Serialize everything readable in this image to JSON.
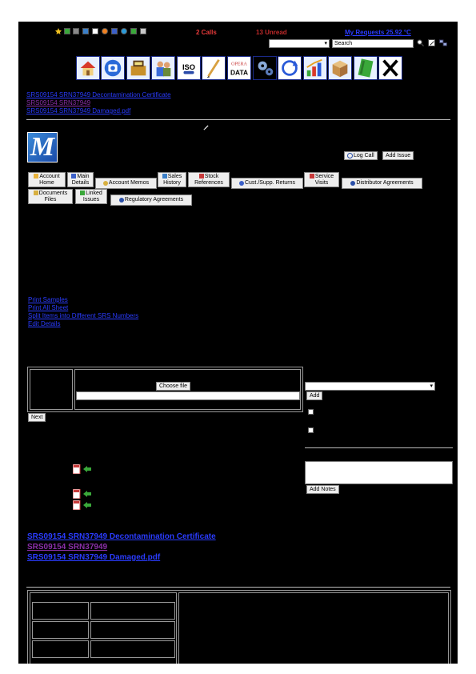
{
  "header": {
    "calls": "2 Calls",
    "unread": "13 Unread",
    "requests": "My Requests 25.92 °C",
    "search_value": "Search",
    "top_icons": [
      "star-icon",
      "gear-icon",
      "settings-icon",
      "document-icon",
      "copy-icon",
      "clock-icon",
      "chart-icon",
      "globe-icon",
      "calendar-icon",
      "image-icon"
    ],
    "toolbar_icons": [
      "home-icon",
      "phone-icon",
      "cash-register-icon",
      "users-icon",
      "iso-icon",
      "pen-icon",
      "opera-data-icon",
      "settings-gears-icon",
      "refresh-icon",
      "report-chart-icon",
      "package-icon",
      "book-icon",
      "close-icon"
    ],
    "toolbar_labels": {
      "iso": "ISO",
      "opera": "OPERA",
      "data": "DATA"
    }
  },
  "recent": [
    {
      "label": "SRS09154 SRN37949 Decontamination Certificate",
      "visited": false
    },
    {
      "label": "SRS09154 SRN37949",
      "visited": true
    },
    {
      "label": "SRS09154 SRN37949 Damaged.pdf",
      "visited": false
    }
  ],
  "logo_letter": "M",
  "actions": {
    "log_call": "Log Call",
    "add_issue": "Add Issue"
  },
  "tabs": [
    {
      "label": "Account Home",
      "icon": "home-icon",
      "color": "#e8b23a"
    },
    {
      "label": "Main Details",
      "icon": "pen-icon",
      "color": "#3a5fc8"
    },
    {
      "label": "Account Memos",
      "icon": "memo-icon",
      "color": "#d8b040"
    },
    {
      "label": "Sales History",
      "icon": "bar-chart-icon",
      "color": "#3a7fc8"
    },
    {
      "label": "Stock References",
      "icon": "stock-icon",
      "color": "#c83a3a"
    },
    {
      "label": "Cust./Supp. Returns",
      "icon": "return-icon",
      "color": "#3a5fc8"
    },
    {
      "label": "Service Visits",
      "icon": "wrench-icon",
      "color": "#c83a3a"
    },
    {
      "label": "Distributor Agreements",
      "icon": "agreement-icon",
      "color": "#2a4fa8"
    },
    {
      "label": "Documents Files",
      "icon": "folder-icon",
      "color": "#d8b040"
    },
    {
      "label": "Linked Issues",
      "icon": "link-icon",
      "color": "#3aa83a"
    },
    {
      "label": "Regulatory Agreements",
      "icon": "regulatory-icon",
      "color": "#2a4fa8"
    }
  ],
  "links": [
    "Print Samples",
    "Print All Sheet",
    "Split Items into Different SRS Numbers",
    "Edit Details"
  ],
  "upload": {
    "choose_file": "Choose file",
    "next": "Next",
    "add": "Add"
  },
  "notes": {
    "add_notes": "Add Notes"
  },
  "docs": [
    {
      "label": "SRS09154 SRN37949 Decontamination Certificate",
      "visited": false
    },
    {
      "label": "SRS09154 SRN37949",
      "visited": true
    },
    {
      "label": "SRS09154 SRN37949 Damaged.pdf",
      "visited": false
    }
  ]
}
